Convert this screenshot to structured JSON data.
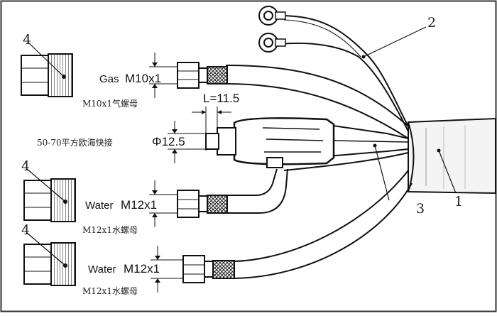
{
  "labels": {
    "gas_prefix": "Gas",
    "gas_size": "M10x1",
    "gas_cn": "M10x1气螺母",
    "euro_cn": "50-70平方欧海快接",
    "phi": "Φ12.5",
    "len": "L=11.5",
    "water1_prefix": "Water",
    "water1_size": "M12x1",
    "water1_cn": "M12x1水螺母",
    "water2_prefix": "Water",
    "water2_size": "M12x1",
    "water2_cn": "M12x1水螺母"
  },
  "callouts": {
    "n1": "1",
    "n2": "2",
    "n3": "3",
    "n4a": "4",
    "n4b": "4",
    "n4c": "4"
  }
}
